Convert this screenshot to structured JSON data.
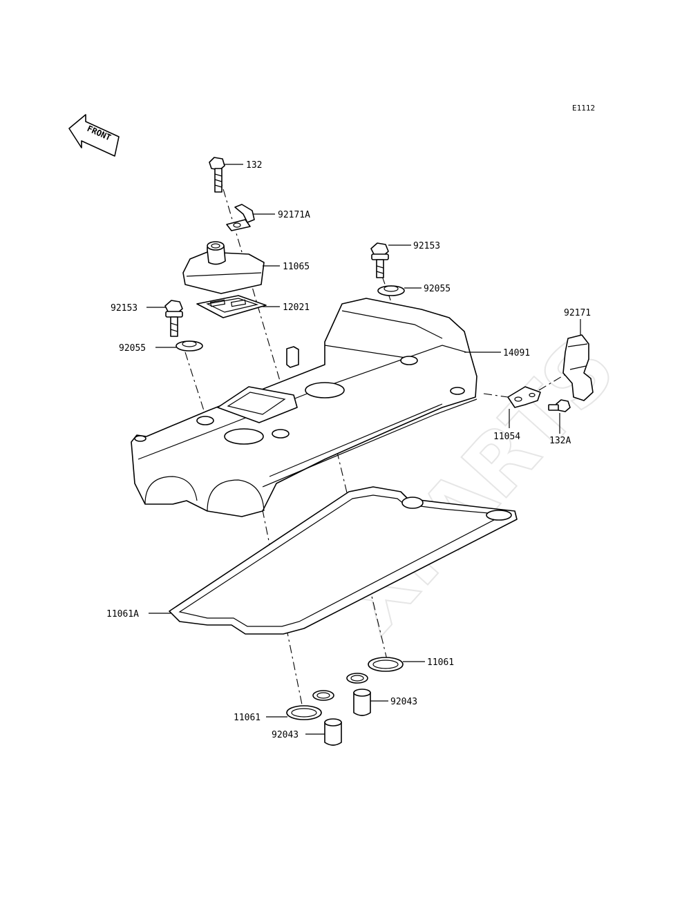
{
  "diagram_code": "E1112",
  "front_label": "FRONT",
  "watermark": "XPARTS",
  "parts": {
    "p132": "132",
    "p92171A": "92171A",
    "p11065": "11065",
    "p92153_right": "92153",
    "p92055_right": "92055",
    "p92153_left": "92153",
    "p12021": "12021",
    "p92055_left": "92055",
    "p14091": "14091",
    "p92171": "92171",
    "p11054": "11054",
    "p132A": "132A",
    "p11061A": "11061A",
    "p11061_right": "11061",
    "p92043_right": "92043",
    "p11061_left": "11061",
    "p92043_left": "92043"
  }
}
